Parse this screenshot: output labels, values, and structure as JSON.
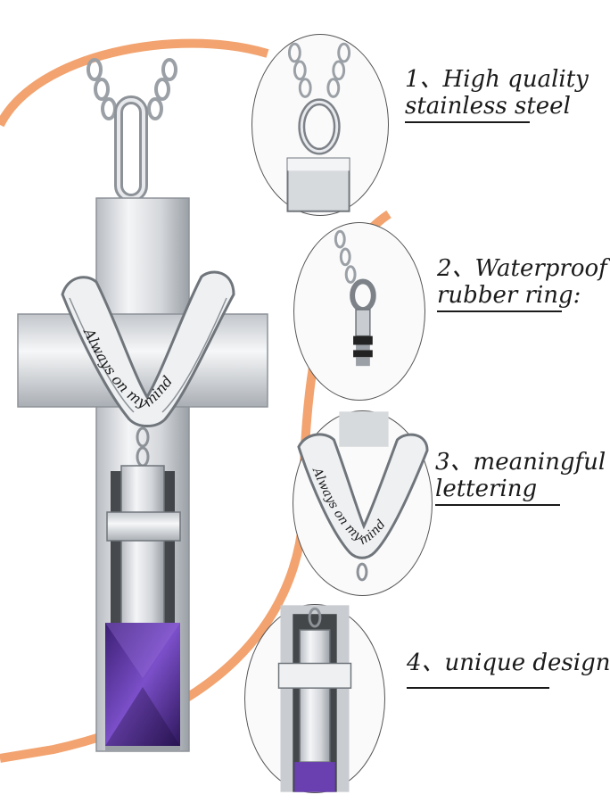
{
  "colors": {
    "accent_arc": "#f2a36f",
    "steel": "#c9ccd1",
    "steel_dark": "#7d8288",
    "gem": "#6a3fb0",
    "text": "#1a1a1a"
  },
  "pendant": {
    "engraving": "Always on my mind"
  },
  "features": [
    {
      "lines": [
        "1、High quality",
        "stainless steel"
      ]
    },
    {
      "lines": [
        "2、Waterproof",
        "rubber ring:"
      ]
    },
    {
      "lines": [
        "3、meaningful",
        "lettering"
      ]
    },
    {
      "lines": [
        "4、unique design"
      ]
    }
  ],
  "details": [
    {
      "icon": "bail-closeup-icon"
    },
    {
      "icon": "screw-ring-closeup-icon"
    },
    {
      "icon": "engraving-closeup-icon",
      "engraving": "Always on my mind"
    },
    {
      "icon": "small-cross-closeup-icon"
    }
  ]
}
